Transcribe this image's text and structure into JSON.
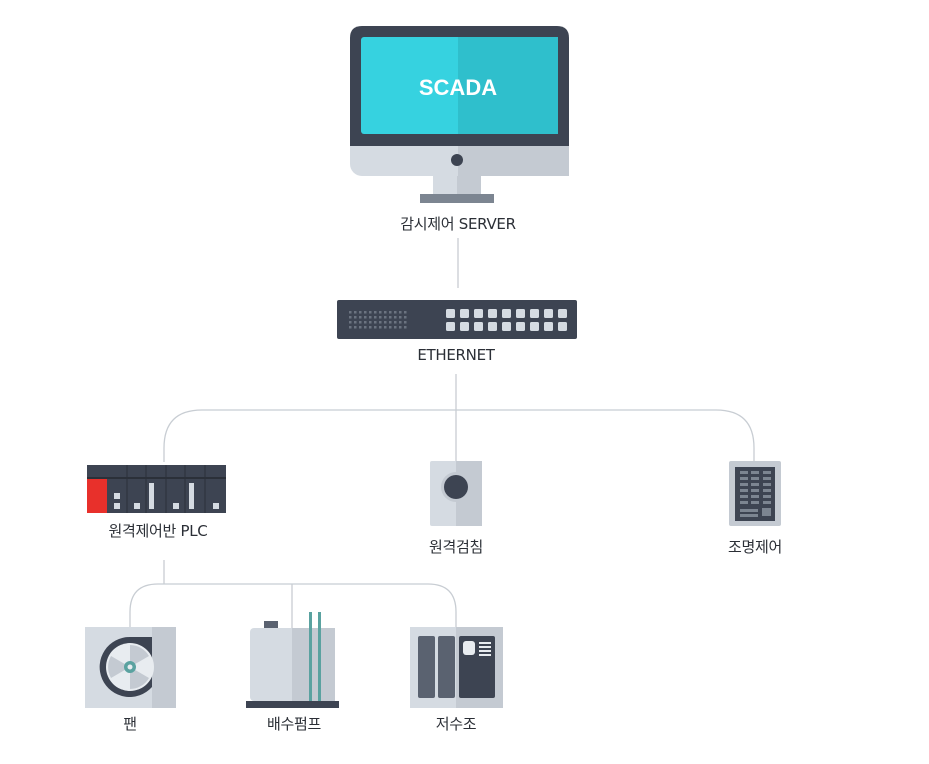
{
  "server": {
    "screen_text": "SCADA",
    "label": "감시제어 SERVER"
  },
  "switch": {
    "label": "ETHERNET"
  },
  "devices": {
    "plc": "원격제어반 PLC",
    "meter": "원격검침",
    "lighting": "조명제어",
    "fan": "팬",
    "pump": "배수펌프",
    "tank": "저수조"
  },
  "colors": {
    "screen": "#36d2e0",
    "bezel": "#3d4452",
    "body": "#d5dbe2",
    "line": "#c8cdd3",
    "accent_red": "#e8302b",
    "teal": "#5aa2a0"
  }
}
